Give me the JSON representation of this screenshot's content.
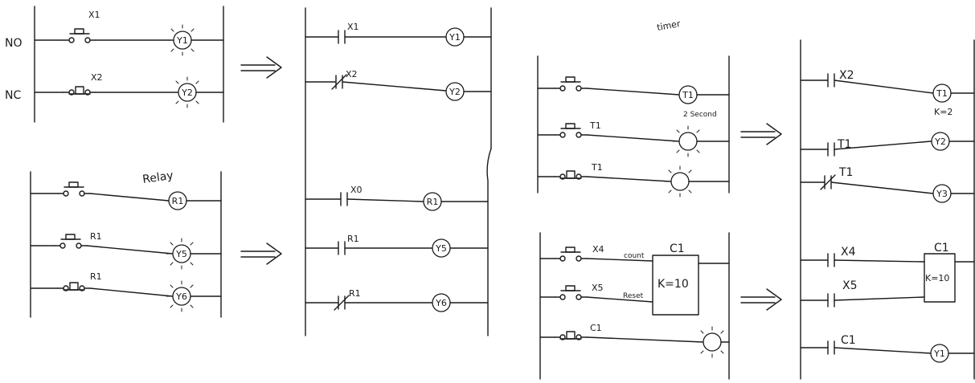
{
  "panels": {
    "push_buttons": {
      "side_labels": [
        "NO",
        "NC"
      ],
      "contacts": [
        "X1",
        "X2"
      ],
      "coils": [
        "Y1",
        "Y2"
      ]
    },
    "push_buttons_ladder": {
      "contacts": [
        "X1",
        "X2"
      ],
      "coils": [
        "Y1",
        "Y2"
      ]
    },
    "relay": {
      "title": "Relay",
      "contacts": [
        "R1",
        "R1"
      ],
      "coils": [
        "R1",
        "Y5",
        "Y6"
      ]
    },
    "relay_ladder": {
      "contacts": [
        "X0",
        "R1",
        "R1"
      ],
      "coils": [
        "R1",
        "Y5",
        "Y6"
      ]
    },
    "timer": {
      "title": "timer",
      "coil": "T1",
      "setting": "2 Second",
      "contacts": [
        "T1",
        "T1"
      ]
    },
    "timer_ladder": {
      "contacts": [
        "X2",
        "T1",
        "T1"
      ],
      "coils": [
        "T1",
        "Y2",
        "Y3"
      ],
      "preset": "K=2"
    },
    "counter": {
      "title": "C1",
      "contacts": [
        "X4",
        "X5",
        "C1"
      ],
      "inputs": [
        "count",
        "Reset"
      ],
      "preset": "K=10"
    },
    "counter_ladder": {
      "title": "C1",
      "contacts": [
        "X4",
        "X5",
        "C1"
      ],
      "preset": "K=10",
      "coil": "Y1"
    }
  }
}
